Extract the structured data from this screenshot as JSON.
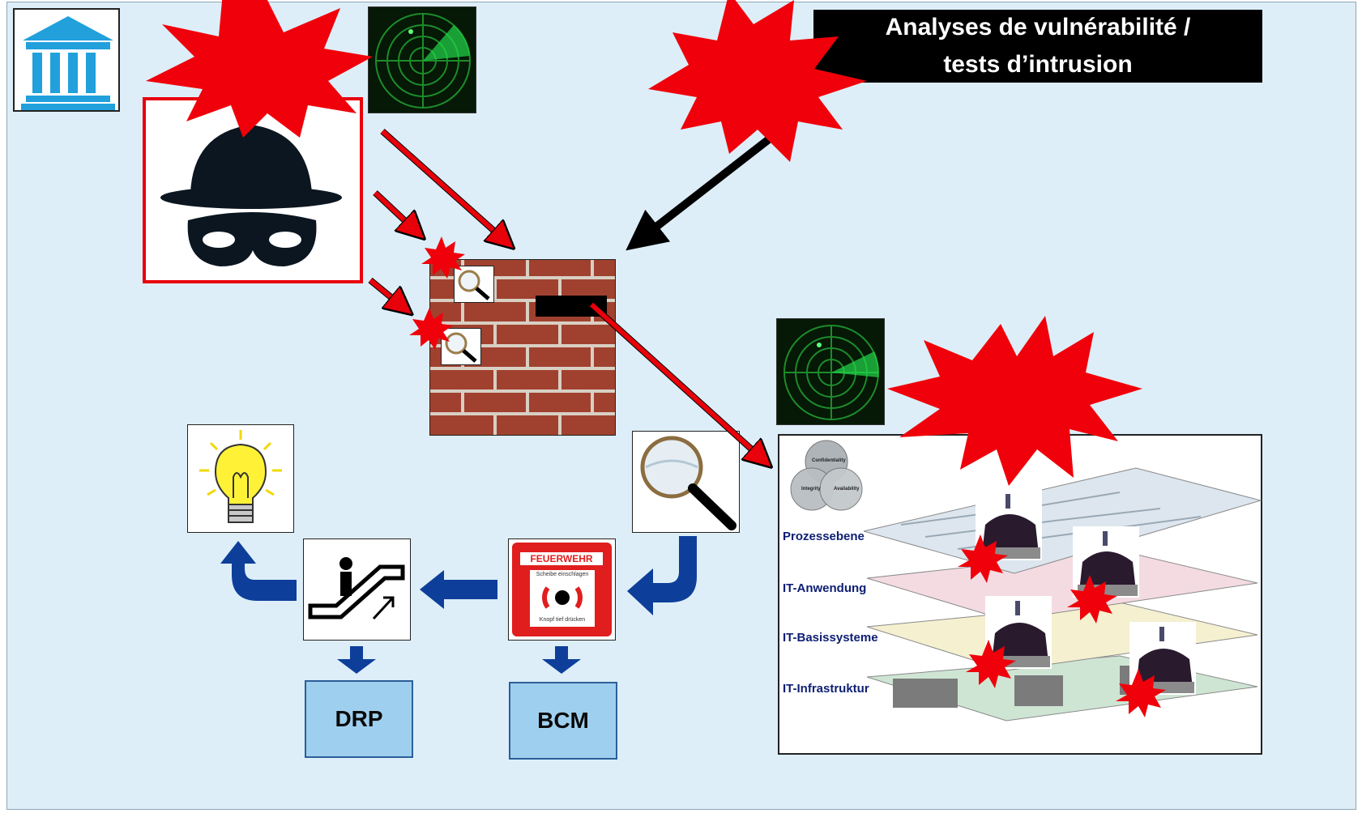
{
  "banner": {
    "line1": "Analyses de vulnérabilité /",
    "line2": "tests d’intrusion"
  },
  "process_boxes": {
    "drp": "DRP",
    "bcm": "BCM"
  },
  "fire_alarm": {
    "title": "FEUERWEHR",
    "line1": "Scheibe einschlagen",
    "line2": "Knopf tief drücken"
  },
  "layers": {
    "labels": [
      "Prozessebene",
      "IT-Anwendung",
      "IT-Basissysteme",
      "IT-Infrastruktur"
    ],
    "cia": [
      "Confidentiality",
      "Integrity",
      "Availability"
    ]
  },
  "icons": [
    "institution-icon",
    "radar-icon",
    "spy-icon",
    "brick-wall",
    "magnifier-icon",
    "lightbulb-icon",
    "escalator-icon",
    "fire-alarm-icon",
    "crown-icon",
    "explosion-icon"
  ],
  "colors": {
    "background": "#ddeef8",
    "red": "#e8000b",
    "blue_arrow": "#0d3f9a",
    "box_fill": "#9fcfee",
    "radar_green": "#22d84a"
  }
}
